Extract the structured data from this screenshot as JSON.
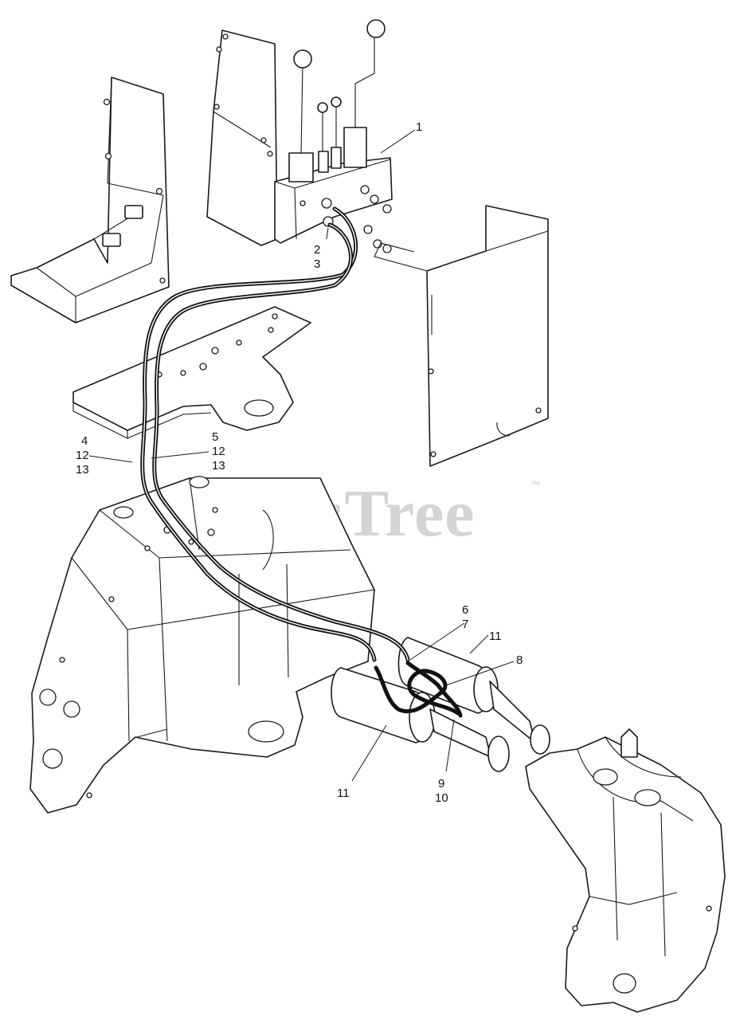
{
  "watermark": {
    "text": "PartsTree",
    "trademark": "™"
  },
  "callouts": [
    {
      "id": "c1",
      "text": "1"
    },
    {
      "id": "c2",
      "text": "2"
    },
    {
      "id": "c3",
      "text": "3"
    },
    {
      "id": "c4",
      "text": "4"
    },
    {
      "id": "c12a",
      "text": "12"
    },
    {
      "id": "c13a",
      "text": "13"
    },
    {
      "id": "c5",
      "text": "5"
    },
    {
      "id": "c12b",
      "text": "12"
    },
    {
      "id": "c13b",
      "text": "13"
    },
    {
      "id": "c6",
      "text": "6"
    },
    {
      "id": "c7",
      "text": "7"
    },
    {
      "id": "c11a",
      "text": "11"
    },
    {
      "id": "c8",
      "text": "8"
    },
    {
      "id": "c11b",
      "text": "11"
    },
    {
      "id": "c9",
      "text": "9"
    },
    {
      "id": "c10",
      "text": "10"
    }
  ]
}
